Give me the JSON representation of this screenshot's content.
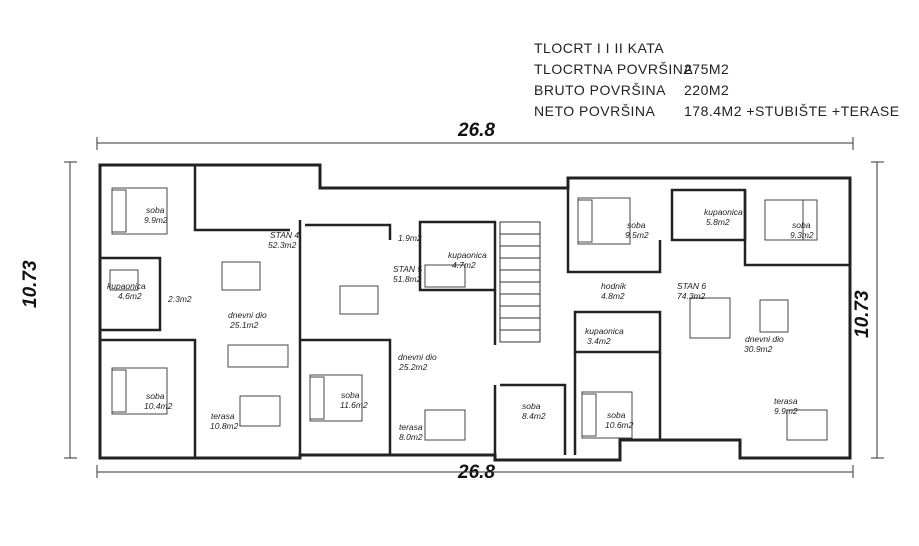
{
  "legend": {
    "title": "TLOCRT I I II KATA",
    "rows": [
      {
        "label": "TLOCRTNA POVRŠINA",
        "value": "275M2"
      },
      {
        "label": "BRUTO POVRŠINA",
        "value": "220M2"
      },
      {
        "label": "NETO POVRŠINA",
        "value": "178.4M2 +STUBIŠTE +TERASE"
      }
    ]
  },
  "dimensions": {
    "width_top": "26.8",
    "width_bottom": "26.8",
    "height_left": "10.73",
    "height_right": "10.73"
  },
  "rooms": {
    "stan4": {
      "name": "STAN 4",
      "area": "52.3m2"
    },
    "stan5": {
      "name": "STAN 5",
      "area": "51.8m2"
    },
    "stan6": {
      "name": "STAN 6",
      "area": "74.3m2"
    },
    "soba_a": {
      "name": "soba",
      "area": "9.9m2"
    },
    "kupaonica_a": {
      "name": "kupaonica",
      "area": "4.6m2"
    },
    "hall_a": {
      "area": "2.3m2"
    },
    "dnevni_a": {
      "name": "dnevni dio",
      "area": "25.1m2"
    },
    "soba_b": {
      "name": "soba",
      "area": "10.4m2"
    },
    "terasa_a": {
      "name": "terasa",
      "area": "10.8m2"
    },
    "hall_b": {
      "area": "1.9m2"
    },
    "kupaonica_b": {
      "name": "kupaonica",
      "area": "4.7m2"
    },
    "dnevni_b": {
      "name": "dnevni dio",
      "area": "25.2m2"
    },
    "soba_c": {
      "name": "soba",
      "area": "11.6m2"
    },
    "terasa_b": {
      "name": "terasa",
      "area": "8.0m2"
    },
    "soba_d": {
      "name": "soba",
      "area": "8.4m2"
    },
    "soba_e": {
      "name": "soba",
      "area": "9.5m2"
    },
    "kupaonica_c": {
      "name": "kupaonica",
      "area": "5.8m2"
    },
    "soba_f": {
      "name": "soba",
      "area": "9.3m2"
    },
    "hodnik": {
      "name": "hodnik",
      "area": "4.8m2"
    },
    "kupaonica_d": {
      "name": "kupaonica",
      "area": "3.4m2"
    },
    "dnevni_c": {
      "name": "dnevni dio",
      "area": "30.9m2"
    },
    "soba_g": {
      "name": "soba",
      "area": "10.6m2"
    },
    "terasa_c": {
      "name": "terasa",
      "area": "9.9m2"
    }
  }
}
